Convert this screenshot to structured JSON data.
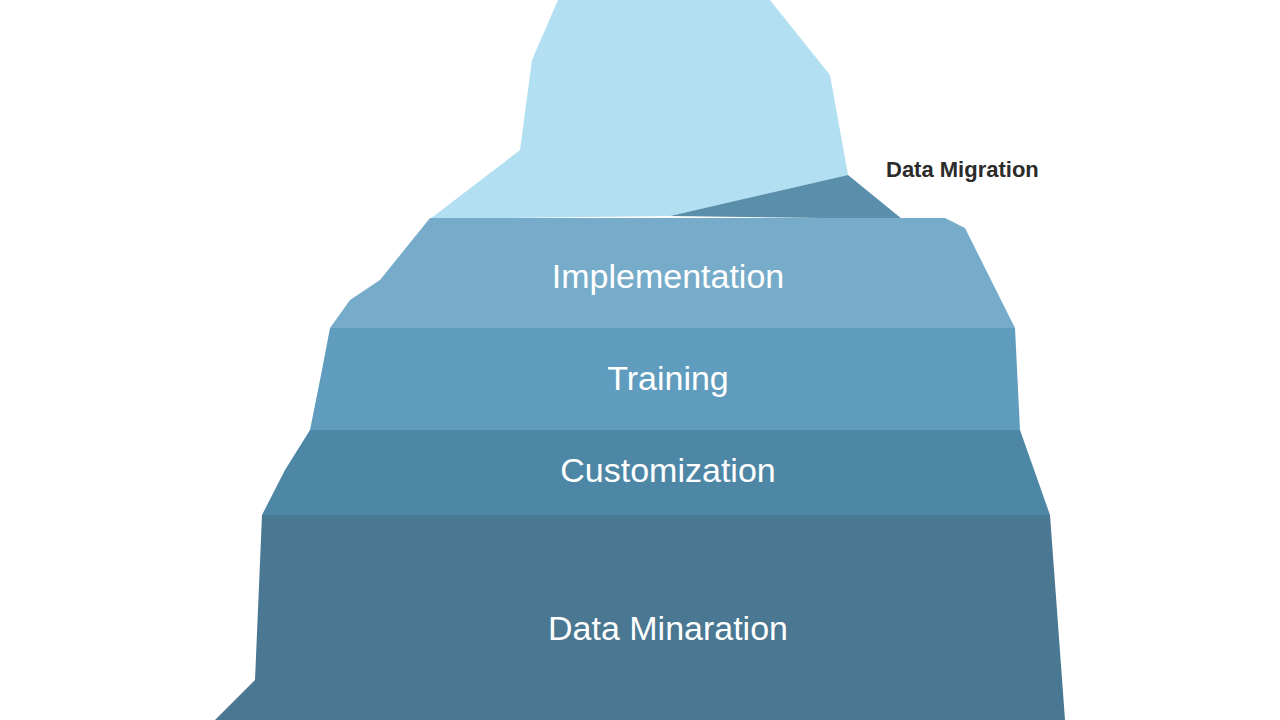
{
  "diagram": {
    "nodes": [
      {
        "text": [
          "Implementation"
        ]
      },
      {
        "text": [
          "Training"
        ]
      },
      {
        "text": [
          "Customization"
        ]
      },
      {
        "text": [
          "Data Minaration"
        ]
      }
    ],
    "labels": [
      "Data Migration"
    ]
  }
}
